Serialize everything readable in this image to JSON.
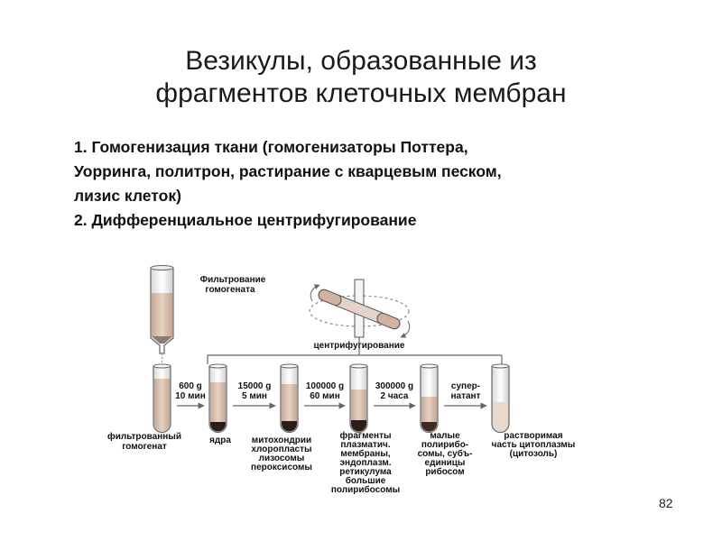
{
  "title": {
    "line1": "Везикулы, образованные из",
    "line2": "фрагментов клеточных мембран"
  },
  "body": {
    "line1": "1.   Гомогенизация ткани (гомогенизаторы Поттера,",
    "line2": "Уорринга, политрон, растирание с кварцевым песком,",
    "line3": "лизис клеток)",
    "line4": "2. Дифференциальное центрифугирование"
  },
  "diagram": {
    "filtration_l1": "Фильтрование",
    "filtration_l2": "гомогената",
    "centrifugation": "центрифугирование",
    "filtered_l1": "фильтрованный",
    "filtered_l2": "гомогенат",
    "step1_l1": "600 g",
    "step1_l2": "10 мин",
    "step2_l1": "15000 g",
    "step2_l2": "5 мин",
    "step3_l1": "100000 g",
    "step3_l2": "60 мин",
    "step4_l1": "300000 g",
    "step4_l2": "2 часа",
    "step5_l1": "супер-",
    "step5_l2": "натант",
    "nuclei": "ядра",
    "mito_l1": "митохондрии",
    "mito_l2": "хлоропласты",
    "mito_l3": "лизосомы",
    "mito_l4": "пероксисомы",
    "frag_l1": "фрагменты",
    "frag_l2": "плазматич.",
    "frag_l3": "мембраны,",
    "frag_l4": "эндоплазм.",
    "frag_l5": "ретикулума",
    "frag_l6": "большие",
    "frag_l7": "полирибосомы",
    "small_l1": "малые",
    "small_l2": "полирибо-",
    "small_l3": "сомы, субъ-",
    "small_l4": "единицы",
    "small_l5": "рибосом",
    "sol_l1": "растворимая",
    "sol_l2": "часть цитоплазмы",
    "sol_l3": "(цитозоль)"
  },
  "page_number": "82",
  "colors": {
    "liquid": "#d9bfae",
    "pellet": "#2a1e18",
    "tube_outline": "#555555"
  }
}
